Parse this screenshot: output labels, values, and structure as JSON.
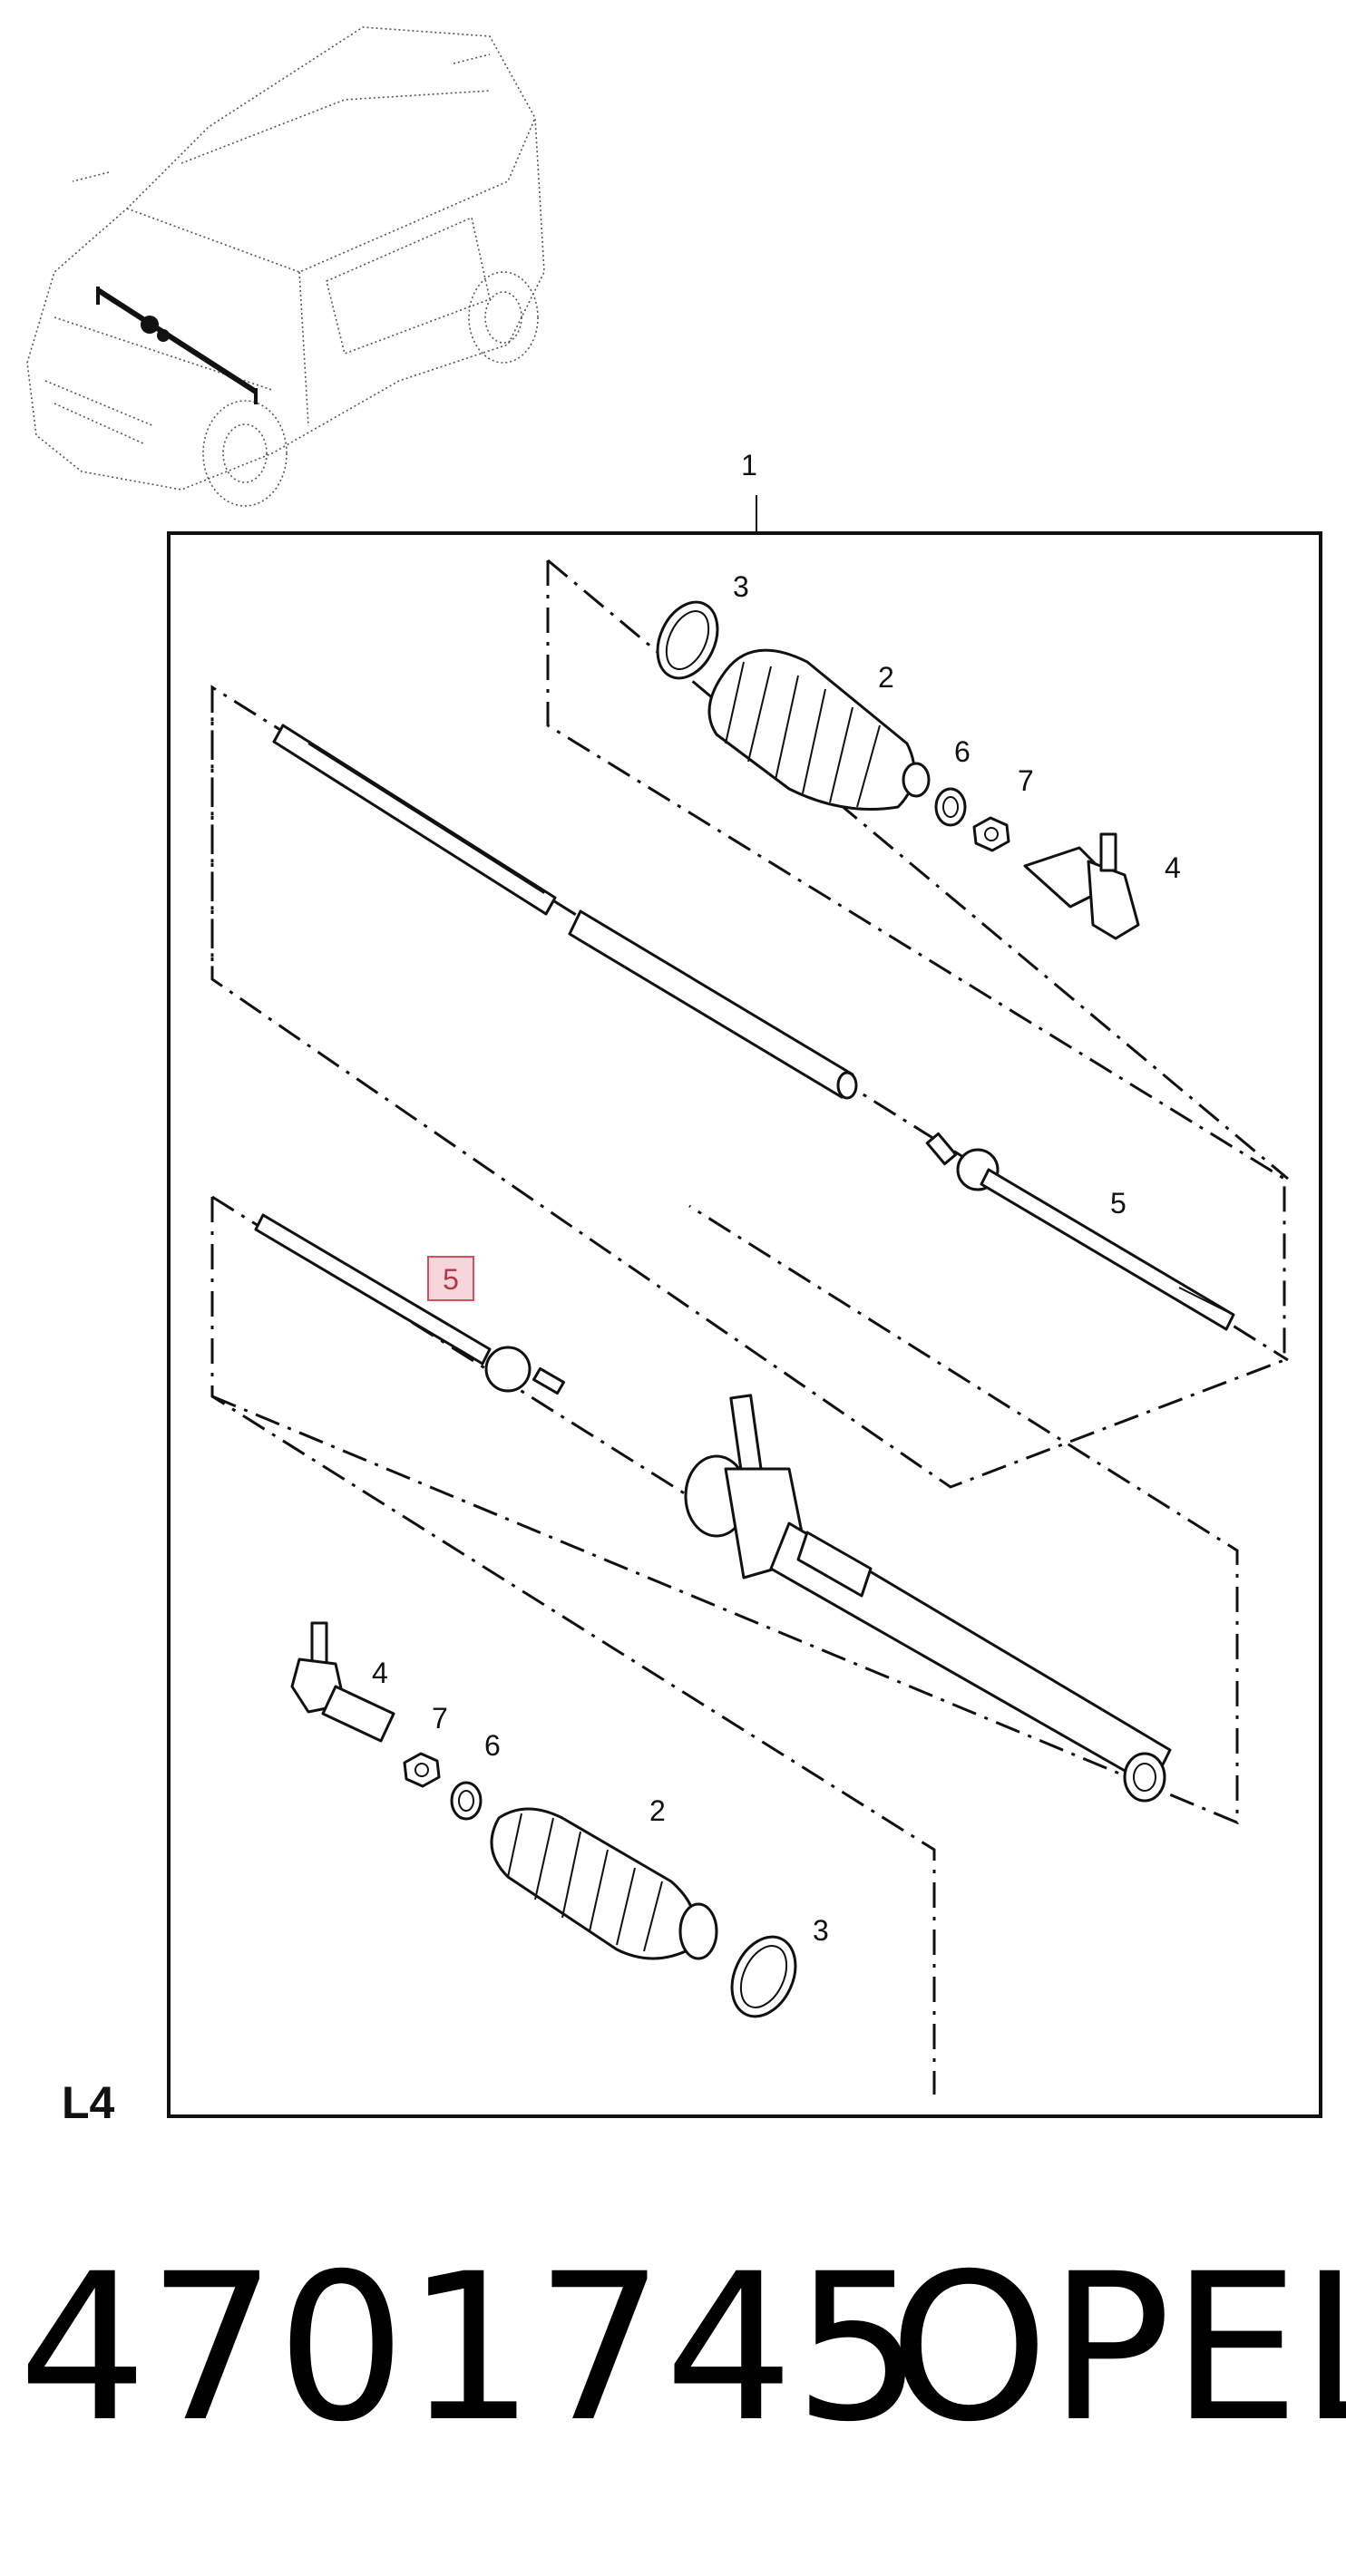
{
  "diagram": {
    "section_label": "L4",
    "assembly_callout": "1",
    "highlighted_callout": "5",
    "callouts": [
      {
        "id": "boot-upper",
        "label": "2"
      },
      {
        "id": "clamp-upper",
        "label": "3"
      },
      {
        "id": "tie-end-upper",
        "label": "4"
      },
      {
        "id": "inner-rod-upper",
        "label": "5"
      },
      {
        "id": "clip-upper",
        "label": "6"
      },
      {
        "id": "nut-upper",
        "label": "7"
      },
      {
        "id": "tie-end-lower",
        "label": "4"
      },
      {
        "id": "nut-lower",
        "label": "7"
      },
      {
        "id": "clip-lower",
        "label": "6"
      },
      {
        "id": "boot-lower",
        "label": "2"
      },
      {
        "id": "clamp-lower",
        "label": "3"
      }
    ]
  },
  "footer": {
    "part_number": "4701745",
    "brand": "OPEL"
  }
}
